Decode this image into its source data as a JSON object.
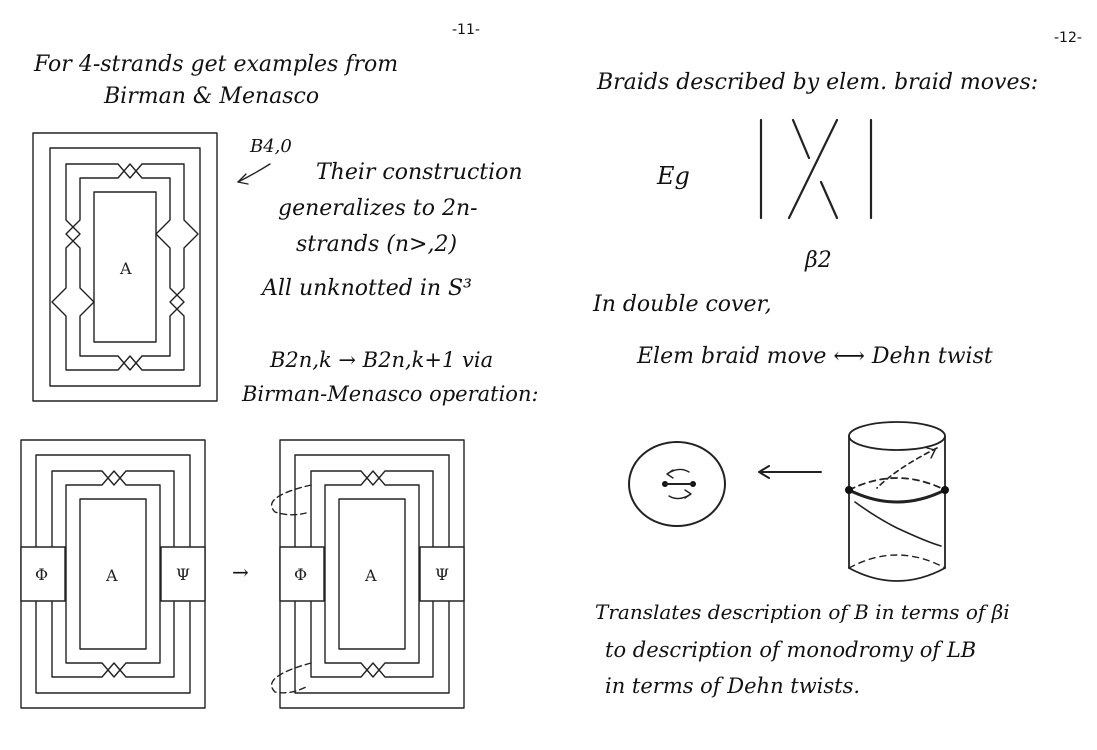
{
  "left_page": {
    "page_number": "-11-",
    "heading_line1": "For 4-strands get examples from",
    "heading_line2": "Birman & Menasco",
    "braid_label": "B4,0",
    "text_line1": "Their construction",
    "text_line2": "generalizes to 2n-",
    "text_line3": "strands (n>,2)",
    "text_line4": "All unknotted in S³",
    "formula": "B2n,k → B2n,k+1 via",
    "formula_line2": "Birman-Menasco operation:",
    "diagram_top": {
      "center_label": "A"
    },
    "diagram_bottom_left": {
      "center_label": "A",
      "left_box": "Φ",
      "right_box": "Ψ"
    },
    "arrow": "→",
    "diagram_bottom_right": {
      "center_label": "A",
      "left_box": "Φ",
      "right_box": "Ψ"
    }
  },
  "right_page": {
    "page_number": "-12-",
    "line1": "Braids described by elem. braid moves:",
    "eg_label": "Eg",
    "beta_label": "β2",
    "line2": "In double cover,",
    "line3": "Elem braid move ⟷ Dehn twist",
    "bottom_line1": "Translates description of B in terms of βi",
    "bottom_line2": "to description of monodromy of LB",
    "bottom_line3": "in terms of Dehn twists."
  }
}
